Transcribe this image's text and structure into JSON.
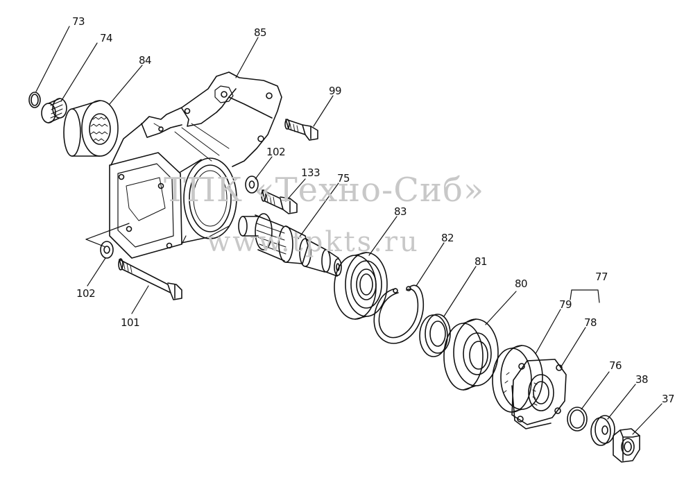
{
  "watermark": {
    "line1": "ТПК «Техно-Сиб»",
    "line2": "www.tpkts.ru"
  },
  "callouts": {
    "p73": "73",
    "p74": "74",
    "p84": "84",
    "p85": "85",
    "p99": "99",
    "p102a": "102",
    "p133": "133",
    "p75": "75",
    "p83": "83",
    "p82": "82",
    "p81": "81",
    "p80": "80",
    "p77": "77",
    "p79": "79",
    "p78": "78",
    "p76": "76",
    "p38": "38",
    "p37": "37",
    "p102b": "102",
    "p101": "101"
  },
  "colors": {
    "line": "#111111",
    "watermark": "#c8c8c8"
  }
}
